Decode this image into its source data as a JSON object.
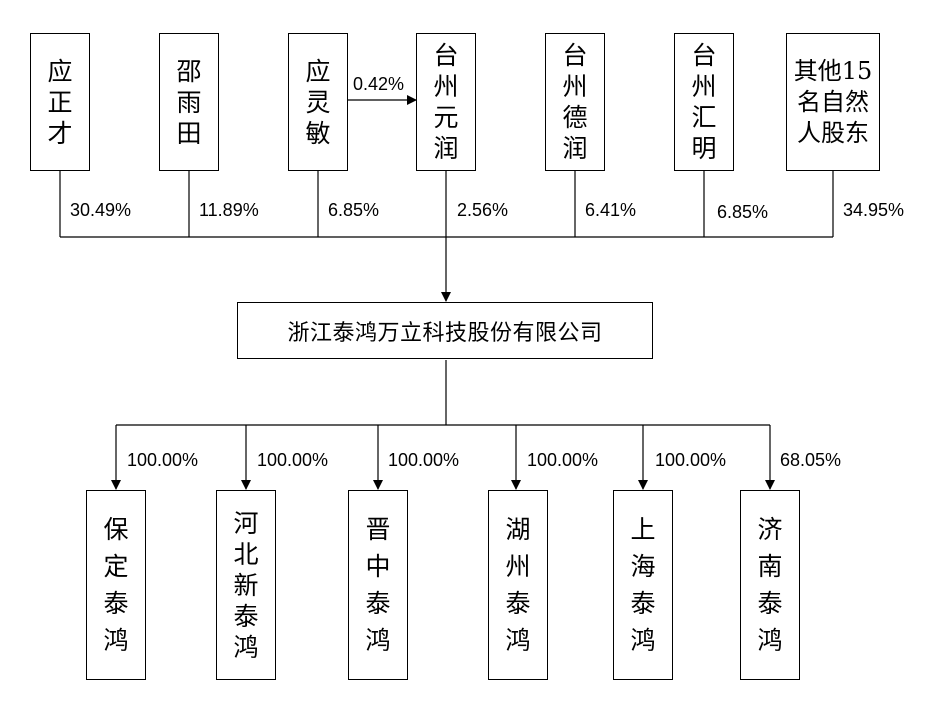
{
  "shareholders": [
    {
      "name": "应正才",
      "lines": [
        "应",
        "正",
        "才"
      ],
      "pct": "30.49%"
    },
    {
      "name": "邵雨田",
      "lines": [
        "邵",
        "雨",
        "田"
      ],
      "pct": "11.89%"
    },
    {
      "name": "应灵敏",
      "lines": [
        "应",
        "灵",
        "敏"
      ],
      "pct": "6.85%"
    },
    {
      "name": "台州元润",
      "lines": [
        "台",
        "州",
        "元",
        "润"
      ],
      "pct": "2.56%"
    },
    {
      "name": "台州德润",
      "lines": [
        "台",
        "州",
        "德",
        "润"
      ],
      "pct": "6.41%"
    },
    {
      "name": "台州汇明",
      "lines": [
        "台",
        "州",
        "汇",
        "明"
      ],
      "pct": "6.85%"
    },
    {
      "name": "其他15名自然人股东",
      "lines": [
        "其他15",
        "名自然",
        "人股东"
      ],
      "pct": "34.95%"
    }
  ],
  "cross_holding": {
    "from": "应灵敏",
    "to": "台州元润",
    "pct": "0.42%"
  },
  "company": "浙江泰鸿万立科技股份有限公司",
  "subsidiaries": [
    {
      "name": "保定泰鸿",
      "lines": [
        "保",
        "定",
        "泰",
        "鸿"
      ],
      "pct": "100.00%"
    },
    {
      "name": "河北新泰鸿",
      "lines": [
        "河",
        "北",
        "新",
        "泰",
        "鸿"
      ],
      "pct": "100.00%"
    },
    {
      "name": "晋中泰鸿",
      "lines": [
        "晋",
        "中",
        "泰",
        "鸿"
      ],
      "pct": "100.00%"
    },
    {
      "name": "湖州泰鸿",
      "lines": [
        "湖",
        "州",
        "泰",
        "鸿"
      ],
      "pct": "100.00%"
    },
    {
      "name": "上海泰鸿",
      "lines": [
        "上",
        "海",
        "泰",
        "鸿"
      ],
      "pct": "100.00%"
    },
    {
      "name": "济南泰鸿",
      "lines": [
        "济",
        "南",
        "泰",
        "鸿"
      ],
      "pct": "68.05%"
    }
  ]
}
